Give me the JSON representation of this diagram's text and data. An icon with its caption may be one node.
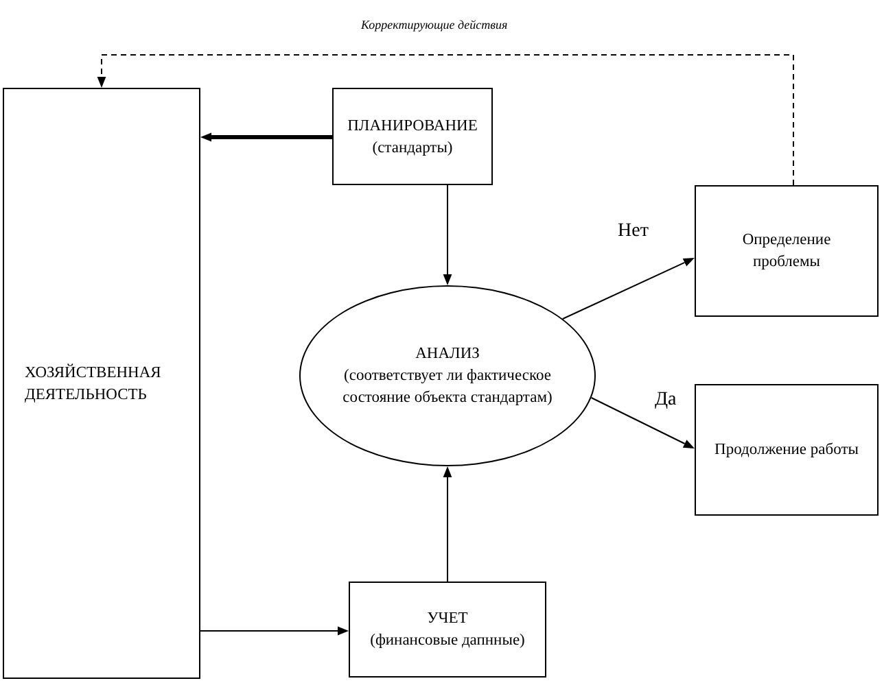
{
  "diagram": {
    "nodes": [
      {
        "text": [
          "ХОЗЯЙСТВЕННАЯ ДЕЯТЕЛЬНОСТЬ"
        ]
      },
      {
        "text": [
          "ПЛАНИРОВАНИЕ",
          "(стандарты)"
        ]
      },
      {
        "text": [
          "АНАЛИЗ",
          "(соответствует ли фактическое состояние объекта стандартам)"
        ]
      },
      {
        "text": [
          "Определение проблемы"
        ]
      },
      {
        "text": [
          "Продолжение работы"
        ]
      },
      {
        "text": [
          "УЧЕТ",
          "(финансовые дапнные)"
        ]
      }
    ],
    "edges": [
      {
        "from": 1,
        "to": 0,
        "arrow": "to",
        "style": "thick"
      },
      {
        "from": 1,
        "to": 2,
        "arrow": "to"
      },
      {
        "from": 2,
        "to": 3,
        "arrow": "to",
        "label": "Нет"
      },
      {
        "from": 2,
        "to": 4,
        "arrow": "to",
        "label": "Да"
      },
      {
        "from": 0,
        "to": 5,
        "arrow": "to"
      },
      {
        "from": 5,
        "to": 2,
        "arrow": "to"
      },
      {
        "from": 3,
        "to": 0,
        "arrow": "to",
        "label": "Корректирующие действия",
        "style": "dashed"
      }
    ]
  }
}
